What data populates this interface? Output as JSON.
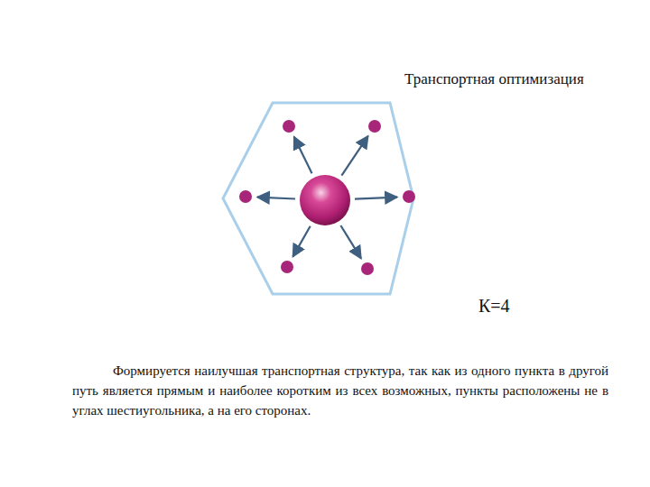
{
  "diagram": {
    "title": "Транспортная оптимизация",
    "labels": [
      "К=4",
      "Формируется наилучшая транспортная структура, так как из одного пункта в другой путь является прямым и наиболее коротким из всех возможных, пункты расположены не в углах шестиугольника, а на его сторонах."
    ]
  }
}
